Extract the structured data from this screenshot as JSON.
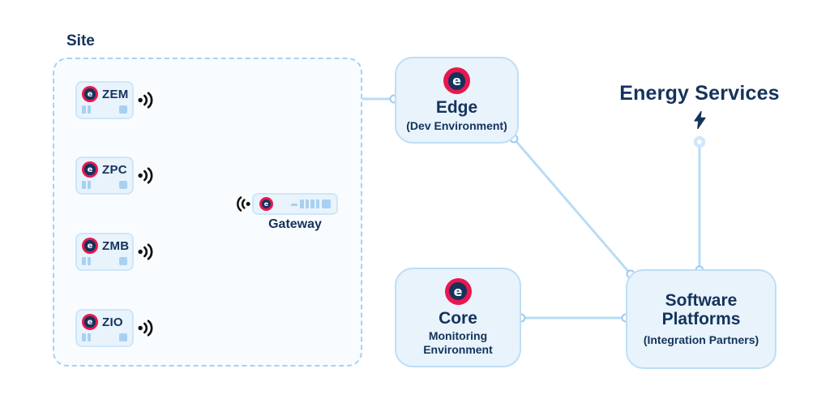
{
  "site": {
    "label": "Site",
    "devices": [
      {
        "label": "ZEM"
      },
      {
        "label": "ZPC"
      },
      {
        "label": "ZMB"
      },
      {
        "label": "ZIO"
      }
    ],
    "gateway": {
      "label": "Gateway"
    }
  },
  "nodes": {
    "edge": {
      "title": "Edge",
      "subtitle": "(Dev Environment)"
    },
    "core": {
      "title": "Core",
      "subtitle": "Monitoring Environment"
    },
    "software_platforms": {
      "title": "Software Platforms",
      "subtitle": "(Integration Partners)"
    }
  },
  "energy_services": {
    "label": "Energy Services"
  },
  "logo": {
    "glyph": "e"
  },
  "icons": {
    "device_wireless": "wifi-waves-right-icon",
    "gateway_wireless": "wifi-waves-left-icon",
    "energy": "lightning-bolt-icon",
    "brand": "e-logo-badge"
  },
  "colors": {
    "navy_text": "#14335c",
    "logo_crimson": "#e9174e",
    "line_blue": "#b9dcf5",
    "node_fill": "#e8f3fc",
    "node_border": "#bedef6",
    "site_border_dashed": "#a6d3ef",
    "site_fill": "#f9fcff",
    "bar_blue": "#a6d1f3",
    "wireless_icon": "#111111"
  }
}
